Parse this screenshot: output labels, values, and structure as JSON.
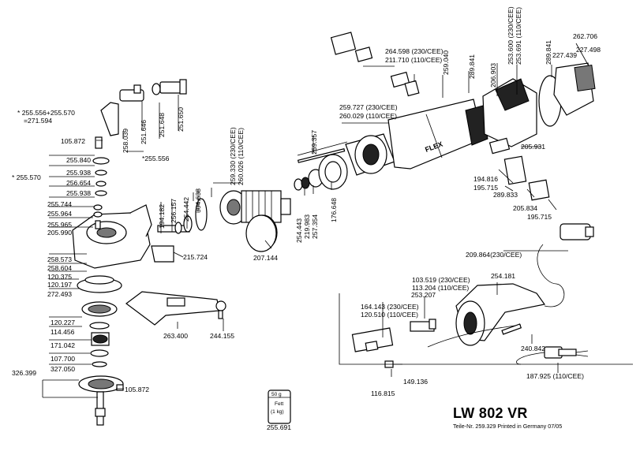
{
  "diagram": {
    "model_title": "LW 802 VR",
    "part_number_line": "Teile-Nr. 259.329 Printed in Germany 07/05",
    "brand_on_housing": "FLEX",
    "grease_box": {
      "amount": "50 g",
      "name": "Fett",
      "weight": "(1 kg)"
    },
    "labels": {
      "p_255556_255570": "* 255.556+255.570",
      "p_271594": "=271.594",
      "p_105872_top": "105.872",
      "p_255840": "255.840",
      "p_255938_a": "255.938",
      "p_256654": "256.654",
      "p_255938_b": "255.938",
      "p_255570": "* 255.570",
      "p_255744": "255.744",
      "p_255964": "255.964",
      "p_255965": "255.965",
      "p_205990": "205.990",
      "p_258573": "258.573",
      "p_258604": "258.604",
      "p_120375": "120.375",
      "p_120197": "120.197",
      "p_272493": "272.493",
      "p_120227": "120.227",
      "p_114456": "114.456",
      "p_171042": "171.042",
      "p_107700": "107.700",
      "p_326399": "326.399",
      "p_327050": "327.050",
      "p_105872_bottom": "105.872",
      "p_258039": "258.039",
      "p_251646": "251.646",
      "p_251648": "251.648",
      "p_251650": "251.650",
      "p_255556": "*255.556",
      "p_194182": "194.182",
      "p_256157": "256.157",
      "p_254442": "254.442",
      "p_304638": "304.638",
      "p_215724": "215.724",
      "p_259330_230": "259.330 (230/CEE)",
      "p_260026_110": "260.026 (110/CEE)",
      "p_207144": "207.144",
      "p_254443": "254.443",
      "p_219983": "219.983",
      "p_257354": "257.354",
      "p_176648": "176.648",
      "p_259357": "259.357",
      "p_259727": "259.727 (230/CEE)",
      "p_260029": "260.029 (110/CEE)",
      "p_264598": "264.598 (230/CEE)",
      "p_211710": "211.710 (110/CEE)",
      "p_259040": "259.040",
      "p_289841_a": "289.841",
      "p_206903": "206.903",
      "p_253600": "253.600 (230/CEE)",
      "p_253691": "253.691 (110/CEE)",
      "p_289841_b": "289.841",
      "p_262706": "262.706",
      "p_227439": "227.439",
      "p_227498": "227.498",
      "p_205931": "205.931",
      "p_194816": "194.816",
      "p_195715_a": "195.715",
      "p_289833": "289.833",
      "p_205834": "205.834",
      "p_195715_b": "195.715",
      "p_209864": "209.864(230/CEE)",
      "p_103519": "103.519 (230/CEE)",
      "p_113204": "113.204 (110/CEE)",
      "p_254181": "254.181",
      "p_253207": "253.207",
      "p_164143": "164.143 (230/CEE)",
      "p_120510": "120.510 (110/CEE)",
      "p_240842": "240.842",
      "p_263400": "263.400",
      "p_244155": "244.155",
      "p_149136": "149.136",
      "p_116815": "116.815",
      "p_255691": "255.691",
      "p_187925": "187.925 (110/CEE)"
    }
  }
}
